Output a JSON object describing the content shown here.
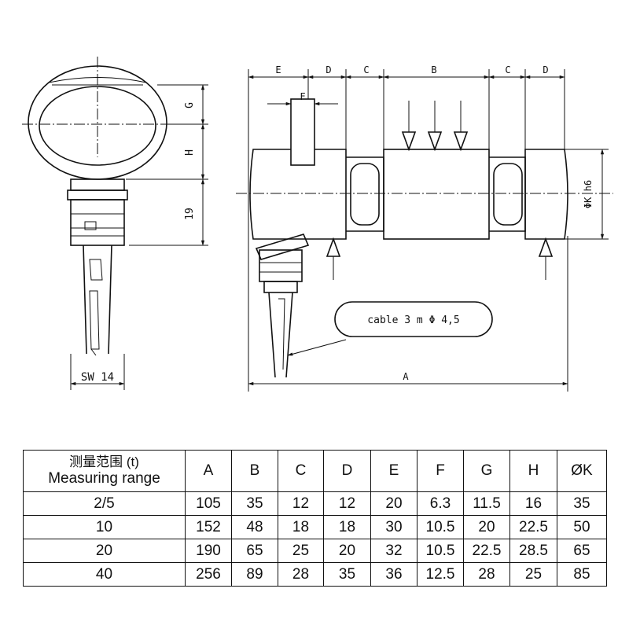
{
  "drawing": {
    "dim_labels": {
      "E": "E",
      "D1": "D",
      "C1": "C",
      "B": "B",
      "C2": "C",
      "D2": "D",
      "F": "F",
      "G": "G",
      "H": "H",
      "nineteen": "19",
      "sw": "SW 14",
      "A": "A",
      "phiK": "ΦK h6"
    },
    "cable_note": "cable 3 m  Φ 4,5"
  },
  "table": {
    "header_cn": "测量范围 (t)",
    "header_en": "Measuring range",
    "columns": [
      "A",
      "B",
      "C",
      "D",
      "E",
      "F",
      "G",
      "H",
      "ØK"
    ],
    "rows": [
      {
        "range": "2/5",
        "values": [
          "105",
          "35",
          "12",
          "12",
          "20",
          "6.3",
          "11.5",
          "16",
          "35"
        ]
      },
      {
        "range": "10",
        "values": [
          "152",
          "48",
          "18",
          "18",
          "30",
          "10.5",
          "20",
          "22.5",
          "50"
        ]
      },
      {
        "range": "20",
        "values": [
          "190",
          "65",
          "25",
          "20",
          "32",
          "10.5",
          "22.5",
          "28.5",
          "65"
        ]
      },
      {
        "range": "40",
        "values": [
          "256",
          "89",
          "28",
          "35",
          "36",
          "12.5",
          "28",
          "25",
          "85"
        ]
      }
    ]
  }
}
